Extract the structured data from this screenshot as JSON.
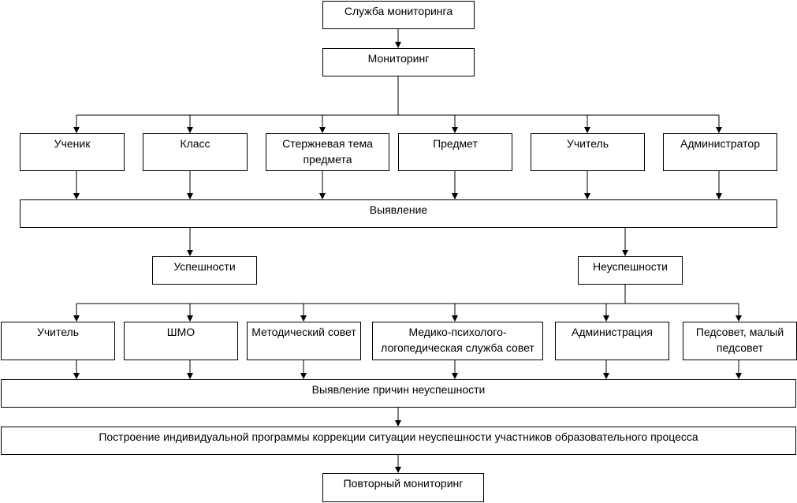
{
  "top": {
    "service": "Служба мониторинга",
    "monitoring": "Мониторинг"
  },
  "objects": [
    "Ученик",
    "Класс",
    "Стержневая тема предмета",
    "Предмет",
    "Учитель",
    "Администратор"
  ],
  "detection": "Выявление",
  "results": {
    "success": "Успешности",
    "failure": "Неуспешности"
  },
  "bodies": [
    "Учитель",
    "ШМО",
    "Методический совет",
    "Медико-психолого-логопедическая служба совет",
    "Администрация",
    "Педсовет, малый педсовет"
  ],
  "causes": "Выявление причин неуспешности",
  "program": "Построение индивидуальной программы коррекции ситуации неуспешности участников образовательного процесса",
  "repeat": "Повторный мониторинг"
}
